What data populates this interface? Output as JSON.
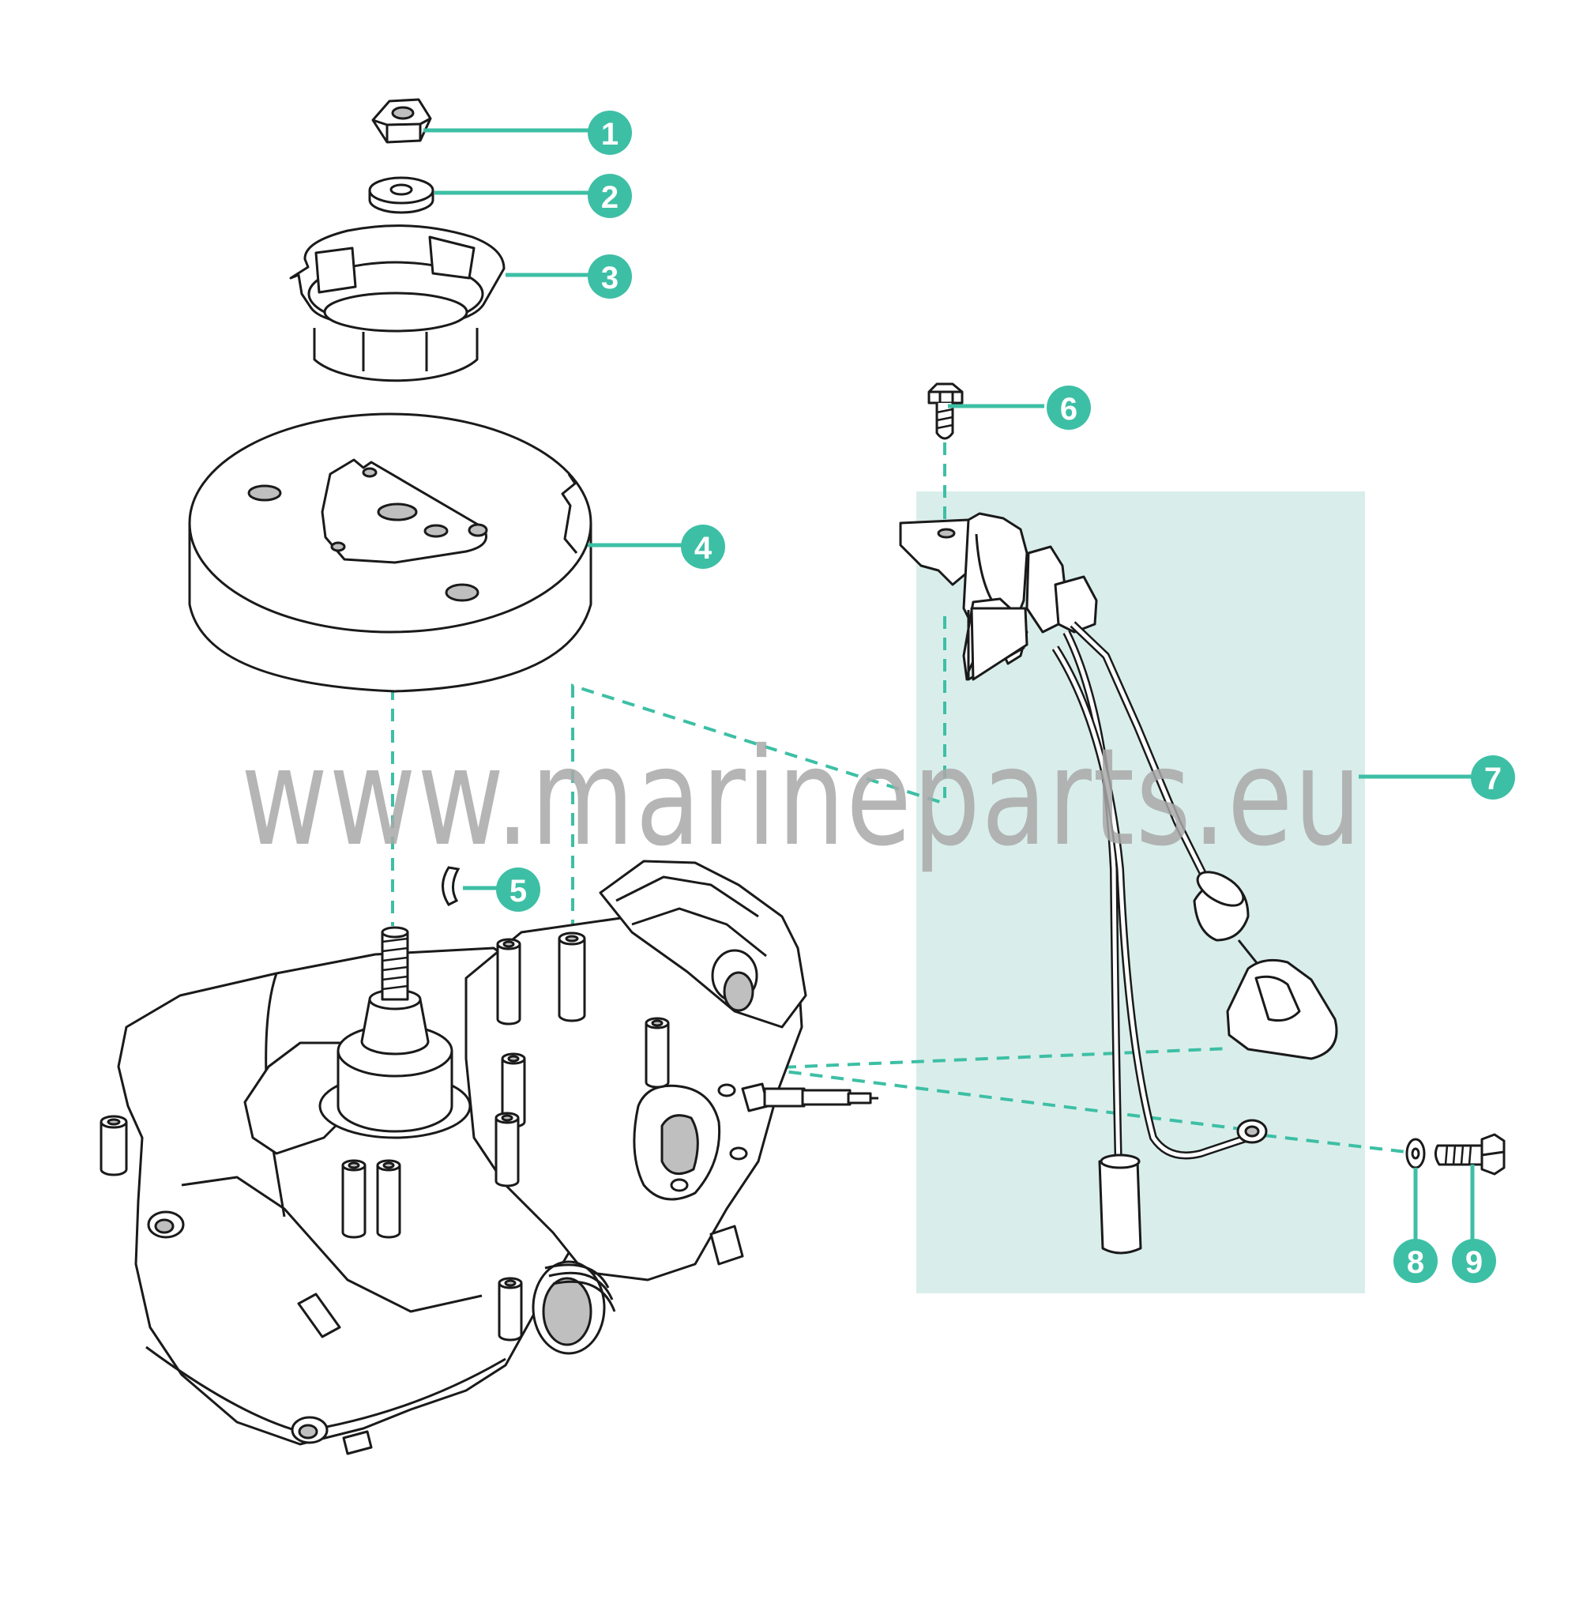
{
  "diagram": {
    "watermark": "www.marineparts.eu",
    "colors": {
      "accent": "#3dbfa5",
      "highlight_box": "#d9eeeb",
      "line_art": "#1a1a1a",
      "part_fill": "#ffffff",
      "shade": "#bfbfbf",
      "watermark": "#a8a8a8"
    },
    "callouts": [
      {
        "number": "1",
        "part": "nut"
      },
      {
        "number": "2",
        "part": "washer"
      },
      {
        "number": "3",
        "part": "starter-cup"
      },
      {
        "number": "4",
        "part": "flywheel"
      },
      {
        "number": "5",
        "part": "woodruff-key"
      },
      {
        "number": "6",
        "part": "bolt"
      },
      {
        "number": "7",
        "part": "ignition-coil-assembly"
      },
      {
        "number": "8",
        "part": "washer"
      },
      {
        "number": "9",
        "part": "bolt"
      }
    ]
  }
}
